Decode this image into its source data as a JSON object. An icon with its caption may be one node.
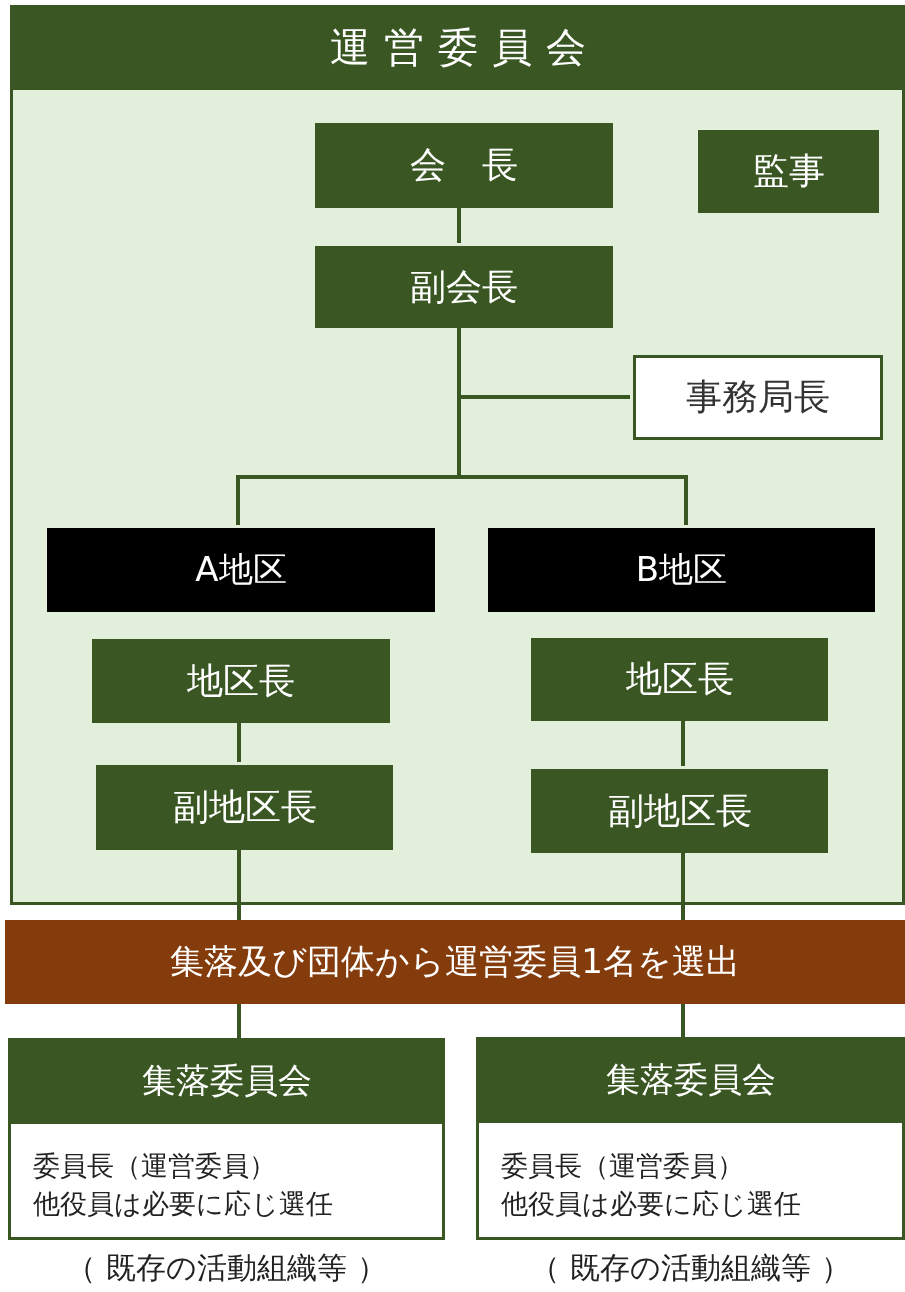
{
  "diagram": {
    "nodes": [
      {
        "text": [
          "運営委員会"
        ]
      },
      {
        "text": [
          "会　長"
        ],
        "in": 0
      },
      {
        "text": [
          "監事"
        ],
        "in": 0
      },
      {
        "text": [
          "副会長"
        ],
        "in": 0
      },
      {
        "text": [
          "事務局長"
        ],
        "in": 0
      },
      {
        "text": [
          "A地区"
        ],
        "in": 0
      },
      {
        "text": [
          "B地区"
        ],
        "in": 0
      },
      {
        "text": [
          "地区長"
        ],
        "in": 0
      },
      {
        "text": [
          "副地区長"
        ],
        "in": 0
      },
      {
        "text": [
          "地区長"
        ],
        "in": 0
      },
      {
        "text": [
          "副地区長"
        ],
        "in": 0
      },
      {
        "text": [
          "集落及び団体から運営委員1名を選出"
        ]
      },
      {
        "text": [
          "集落委員会",
          "委員長（運営委員）",
          "他役員は必要に応じ選任"
        ],
        "beside": [
          "（ 既存の活動組織等 ）"
        ]
      },
      {
        "text": [
          "集落委員会",
          "委員長（運営委員）",
          "他役員は必要に応じ選任"
        ],
        "beside": [
          "（ 既存の活動組織等 ）"
        ]
      }
    ],
    "edges": [
      {
        "from": 1,
        "to": 3,
        "arrow": "none"
      },
      {
        "from": 3,
        "to": 4,
        "arrow": "none"
      },
      {
        "from": 3,
        "to": 5,
        "arrow": "none"
      },
      {
        "from": 3,
        "to": 6,
        "arrow": "none"
      },
      {
        "from": 7,
        "to": 8,
        "arrow": "none"
      },
      {
        "from": 9,
        "to": 10,
        "arrow": "none"
      },
      {
        "from": 8,
        "to": 11,
        "arrow": "none"
      },
      {
        "from": 10,
        "to": 11,
        "arrow": "none"
      },
      {
        "from": 11,
        "to": 12,
        "arrow": "none"
      },
      {
        "from": 11,
        "to": 13,
        "arrow": "none"
      }
    ]
  }
}
